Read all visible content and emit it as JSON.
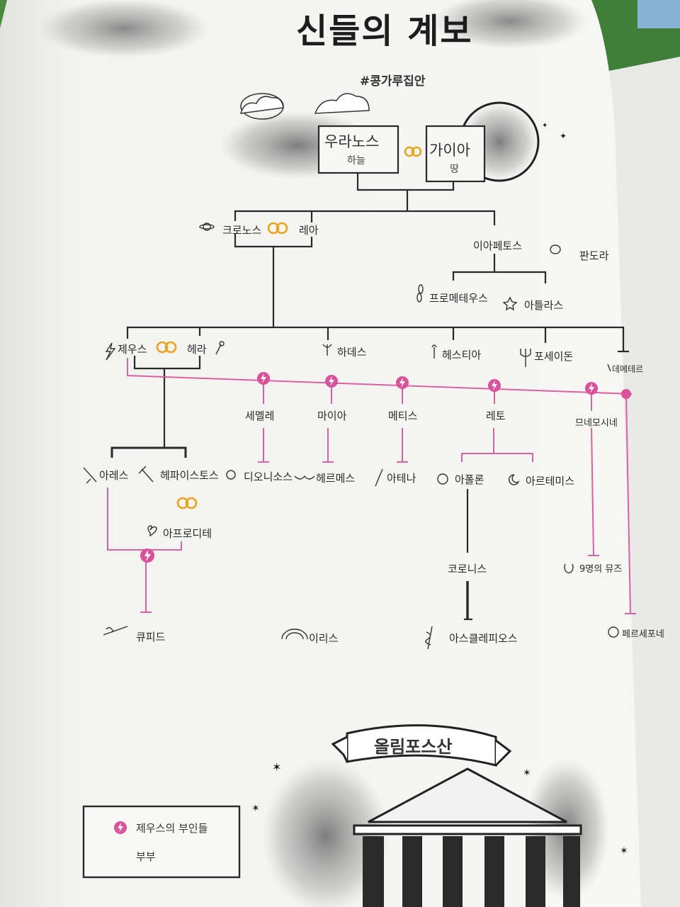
{
  "title": "신들의 계보",
  "hashtag": "#콩가루집안",
  "top": {
    "uranos": {
      "name": "우라노스",
      "sub": "하늘"
    },
    "gaia": {
      "name": "가이아",
      "sub": "땅"
    }
  },
  "gen2": {
    "kronos": "크로노스",
    "rhea": "레아",
    "iapetos": "이아페토스",
    "pandora": "판도라"
  },
  "iapetos_children": {
    "prometheus": "프로메테우스",
    "atlas": "아틀라스"
  },
  "olympians": {
    "zeus": "제우스",
    "hera": "헤라",
    "hades": "하데스",
    "hestia": "헤스티아",
    "poseidon": "포세이돈",
    "demeter": "데메테르"
  },
  "lovers": {
    "semele": "세멜레",
    "maia": "마이아",
    "metis": "메티스",
    "leto": "레토",
    "mnemosyne": "므네모시네"
  },
  "children": {
    "ares": "아레스",
    "hephaistos": "헤파이스토스",
    "aphrodite": "아프로디테",
    "dionysos": "디오니소스",
    "hermes": "헤르메스",
    "athena": "아테나",
    "apollon": "아폴론",
    "artemis": "아르테미스",
    "muses": "9명의 뮤즈"
  },
  "grandchildren": {
    "cupid": "큐피드",
    "iris": "이리스",
    "koronis": "코로니스",
    "asklepios": "아스클레피오스",
    "persephone": "페르세포네"
  },
  "mountain_banner": "올림포스산",
  "legend": {
    "wives": "제우스의 부인들",
    "couple": "부부"
  },
  "colors": {
    "pink": "#d9539a",
    "ring": "#e8a41c",
    "ink": "#2a2a2a",
    "paper": "#f4f4f2"
  },
  "icons": [
    "cloud-icon",
    "earth-icon",
    "saturn-icon",
    "rings-icon",
    "lightning-icon",
    "bident-icon",
    "trident-icon",
    "torch-icon",
    "wheat-icon",
    "sword-icon",
    "hammer-icon",
    "heart-icon",
    "wings-icon",
    "flower-icon",
    "sun-icon",
    "moon-icon",
    "harp-icon",
    "bow-arrow-icon",
    "rainbow-icon",
    "staff-snake-icon",
    "pomegranate-icon",
    "chain-icon",
    "stars-icon",
    "temple-icon",
    "ribbon-banner-icon"
  ]
}
